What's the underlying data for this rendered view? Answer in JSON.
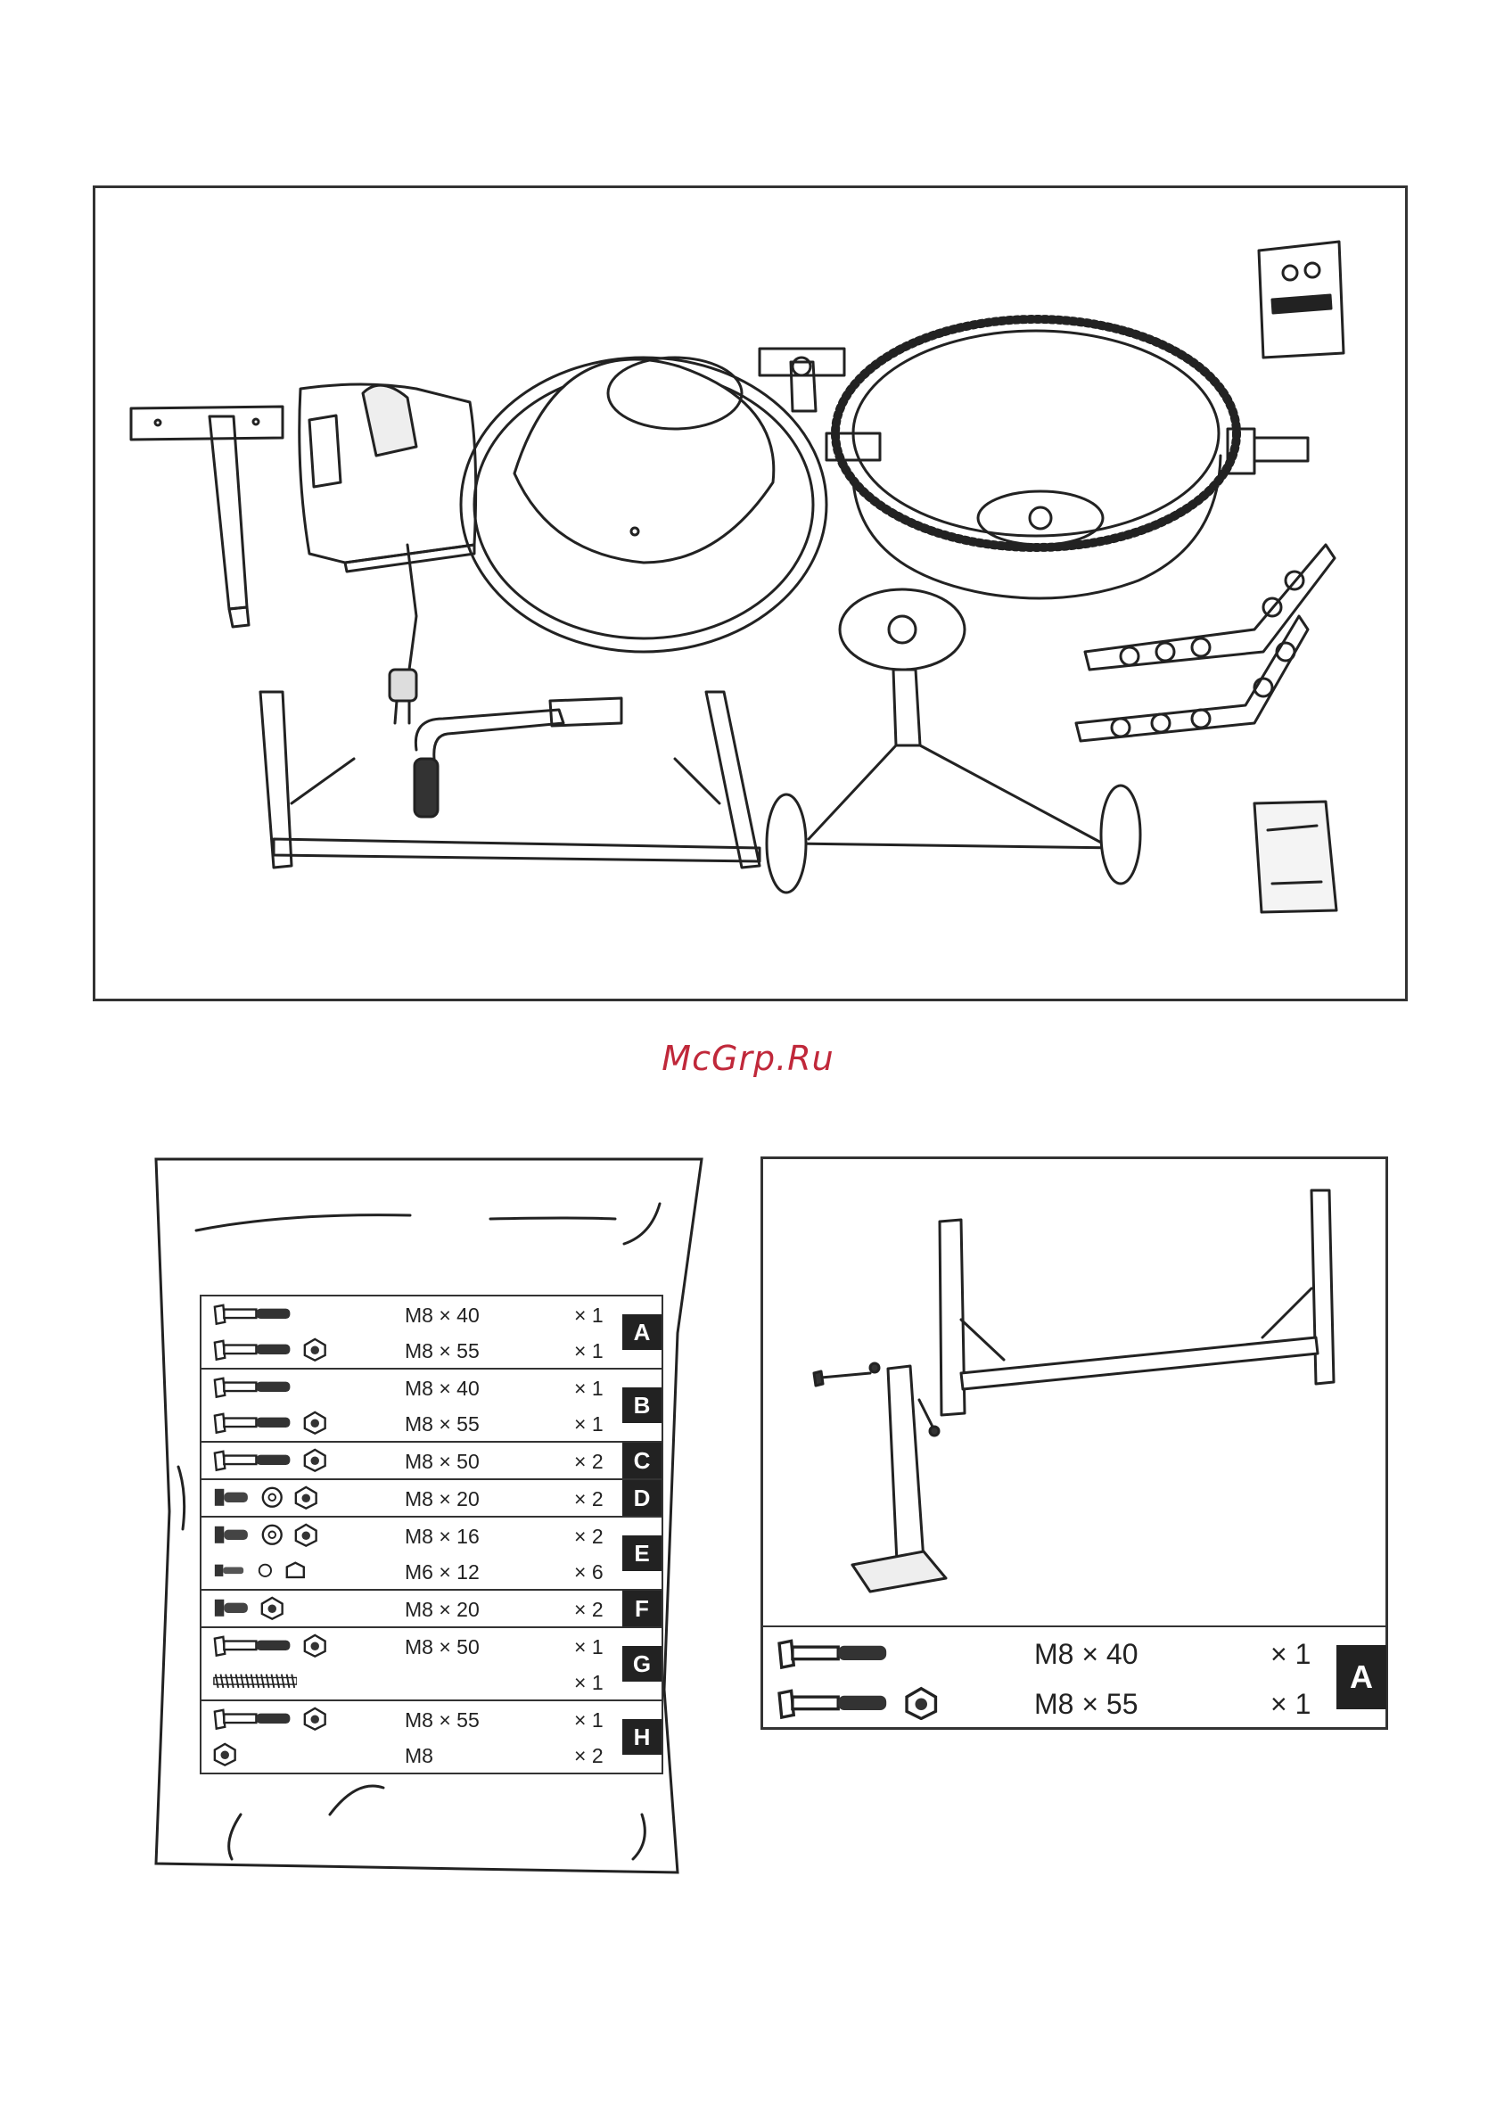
{
  "watermark": "McGrp.Ru",
  "hardware_bag": {
    "groups": [
      {
        "letter": "A",
        "rows": [
          {
            "icons": [
              "bolt"
            ],
            "spec": "M8 × 40",
            "qty": "× 1"
          },
          {
            "icons": [
              "bolt",
              "nut"
            ],
            "spec": "M8 × 55",
            "qty": "× 1"
          }
        ]
      },
      {
        "letter": "B",
        "rows": [
          {
            "icons": [
              "bolt"
            ],
            "spec": "M8 × 40",
            "qty": "× 1"
          },
          {
            "icons": [
              "bolt",
              "nut"
            ],
            "spec": "M8 × 55",
            "qty": "× 1"
          }
        ]
      },
      {
        "letter": "C",
        "rows": [
          {
            "icons": [
              "bolt",
              "nut"
            ],
            "spec": "M8 × 50",
            "qty": "× 2"
          }
        ]
      },
      {
        "letter": "D",
        "rows": [
          {
            "icons": [
              "short-bolt",
              "washer",
              "nut"
            ],
            "spec": "M8 × 20",
            "qty": "× 2"
          }
        ]
      },
      {
        "letter": "E",
        "rows": [
          {
            "icons": [
              "short-bolt",
              "washer",
              "nut"
            ],
            "spec": "M8 × 16",
            "qty": "× 2"
          },
          {
            "icons": [
              "small-bolt",
              "small-washer",
              "cap-nut"
            ],
            "spec": "M6 × 12",
            "qty": "× 6"
          }
        ]
      },
      {
        "letter": "F",
        "rows": [
          {
            "icons": [
              "short-bolt",
              "nut"
            ],
            "spec": "M8 × 20",
            "qty": "× 2"
          }
        ]
      },
      {
        "letter": "G",
        "rows": [
          {
            "icons": [
              "bolt",
              "nut"
            ],
            "spec": "M8 × 50",
            "qty": "× 1"
          },
          {
            "icons": [
              "spring"
            ],
            "spec": "",
            "qty": "× 1"
          }
        ]
      },
      {
        "letter": "H",
        "rows": [
          {
            "icons": [
              "bolt",
              "nut"
            ],
            "spec": "M8 × 55",
            "qty": "× 1"
          },
          {
            "icons": [
              "nut"
            ],
            "spec": "M8",
            "qty": "× 2"
          }
        ]
      }
    ]
  },
  "assembly_step": {
    "letter": "A",
    "rows": [
      {
        "icons": [
          "bolt"
        ],
        "spec": "M8 × 40",
        "qty": "× 1"
      },
      {
        "icons": [
          "bolt",
          "nut"
        ],
        "spec": "M8 × 55",
        "qty": "× 1"
      }
    ]
  }
}
